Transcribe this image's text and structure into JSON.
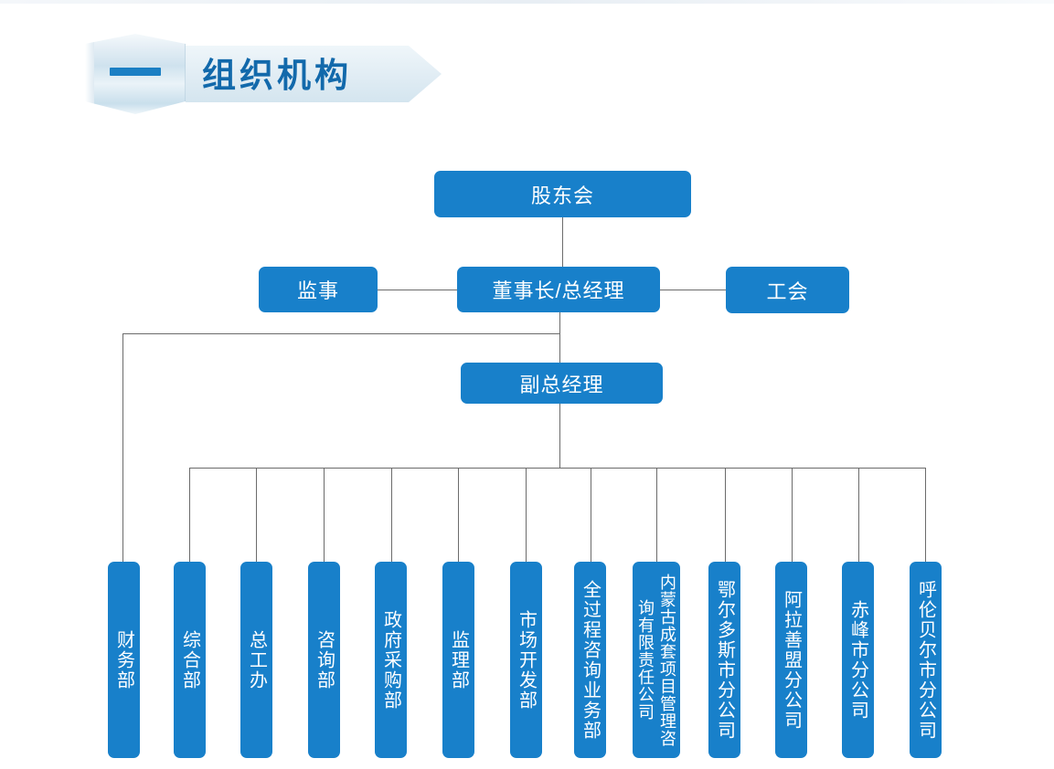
{
  "banner": {
    "title": "组织机构",
    "dash_icon": "dash-icon"
  },
  "chart_data": {
    "type": "diagram",
    "title": "组织机构",
    "orientation": "top-down org chart",
    "node_color": "#1880ca",
    "connector_color": "#6b6b6b",
    "nodes": {
      "shareholders": "股东会",
      "supervisor": "监事",
      "chairman": "董事长/总经理",
      "union": "工会",
      "deputy_gm": "副总经理"
    },
    "departments": [
      "财务部",
      "综合部",
      "总工办",
      "咨询部",
      "政府采购部",
      "监理部",
      "市场开发部",
      "全过程咨询业务部",
      "内蒙古成套项目管理咨询有限责任公司",
      "鄂尔多斯市分公司",
      "阿拉善盟分公司",
      "赤峰市分公司",
      "呼伦贝尔市分公司"
    ],
    "edges": [
      [
        "shareholders",
        "chairman"
      ],
      [
        "chairman",
        "supervisor"
      ],
      [
        "chairman",
        "union"
      ],
      [
        "chairman",
        "deputy_gm"
      ],
      [
        "chairman",
        "财务部"
      ],
      [
        "deputy_gm",
        "综合部"
      ],
      [
        "deputy_gm",
        "总工办"
      ],
      [
        "deputy_gm",
        "咨询部"
      ],
      [
        "deputy_gm",
        "政府采购部"
      ],
      [
        "deputy_gm",
        "监理部"
      ],
      [
        "deputy_gm",
        "市场开发部"
      ],
      [
        "deputy_gm",
        "全过程咨询业务部"
      ],
      [
        "deputy_gm",
        "内蒙古成套项目管理咨询有限责任公司"
      ],
      [
        "deputy_gm",
        "鄂尔多斯市分公司"
      ],
      [
        "deputy_gm",
        "阿拉善盟分公司"
      ],
      [
        "deputy_gm",
        "赤峰市分公司"
      ],
      [
        "deputy_gm",
        "呼伦贝尔市分公司"
      ]
    ]
  }
}
